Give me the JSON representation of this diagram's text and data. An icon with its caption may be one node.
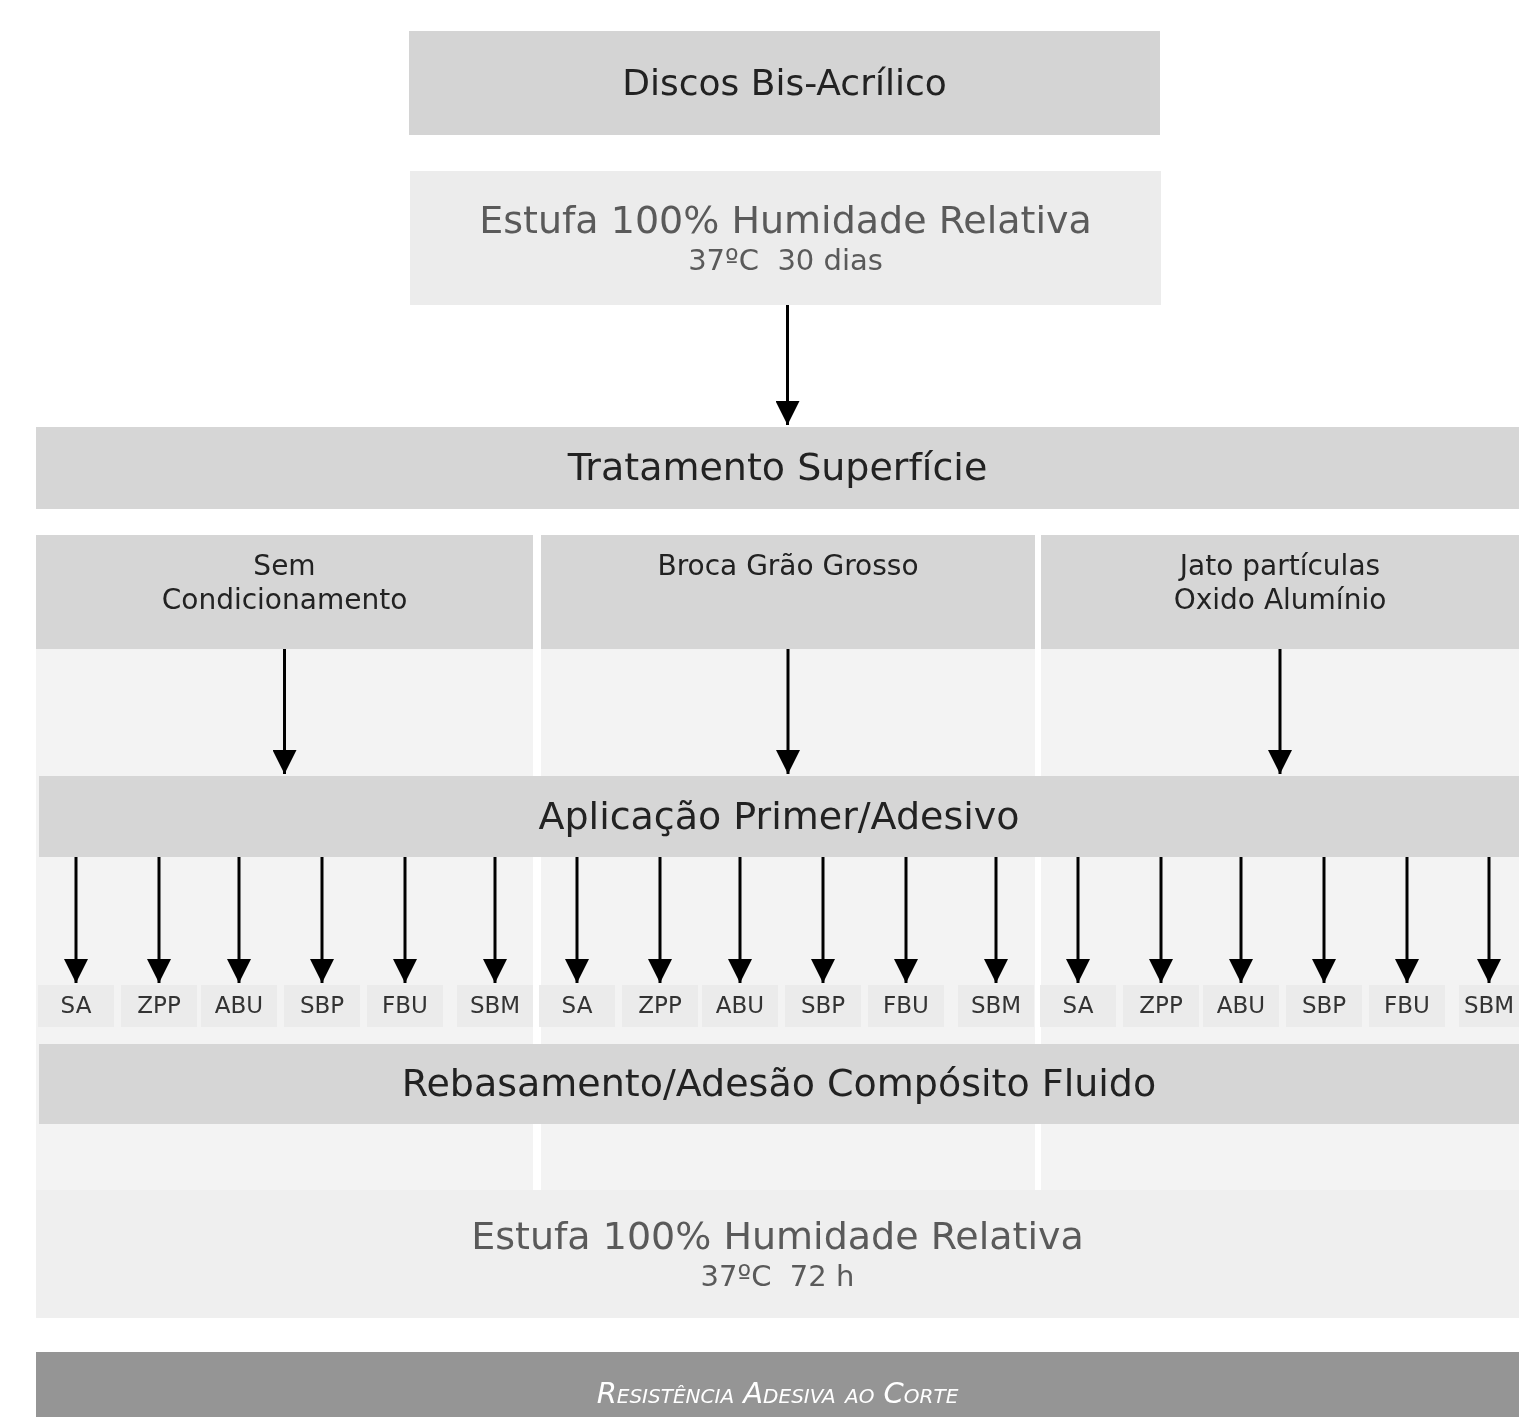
{
  "diagram": {
    "nodes": [
      {
        "text": [
          "Discos Bis-Acrílico"
        ]
      },
      {
        "text": [
          "Estufa 100% Humidade Relativa",
          "37ºC  30 dias"
        ]
      },
      {
        "text": [
          "Tratamento Superfície"
        ]
      },
      {
        "text": [
          "Sem Condicionamento"
        ]
      },
      {
        "text": [
          "Broca Grão Grosso"
        ]
      },
      {
        "text": [
          "Jato partículas Oxido Alumínio"
        ]
      },
      {
        "text": [
          "Aplicação Primer/Adesivo"
        ]
      },
      {
        "text": [
          "SA"
        ]
      },
      {
        "text": [
          "ZPP"
        ]
      },
      {
        "text": [
          "ABU"
        ]
      },
      {
        "text": [
          "SBP"
        ]
      },
      {
        "text": [
          "FBU"
        ]
      },
      {
        "text": [
          "SBM"
        ]
      },
      {
        "text": [
          "SA"
        ]
      },
      {
        "text": [
          "ZPP"
        ]
      },
      {
        "text": [
          "ABU"
        ]
      },
      {
        "text": [
          "SBP"
        ]
      },
      {
        "text": [
          "FBU"
        ]
      },
      {
        "text": [
          "SBM"
        ]
      },
      {
        "text": [
          "SA"
        ]
      },
      {
        "text": [
          "ZPP"
        ]
      },
      {
        "text": [
          "ABU"
        ]
      },
      {
        "text": [
          "SBP"
        ]
      },
      {
        "text": [
          "FBU"
        ]
      },
      {
        "text": [
          "SBM"
        ]
      },
      {
        "text": [
          "Rebasamento/Adesão Compósito Fluido"
        ]
      },
      {
        "text": [
          "Estufa 100% Humidade Relativa",
          "37ºC  72 h"
        ]
      },
      {
        "text": [
          "Resistência Adesiva ao Corte"
        ]
      }
    ],
    "edges": [
      {
        "from": 1,
        "to": 2,
        "arrow": "to"
      },
      {
        "from": 3,
        "to": 6,
        "arrow": "to"
      },
      {
        "from": 4,
        "to": 6,
        "arrow": "to"
      },
      {
        "from": 5,
        "to": 6,
        "arrow": "to"
      },
      {
        "from": 6,
        "to": 7,
        "arrow": "to"
      },
      {
        "from": 6,
        "to": 8,
        "arrow": "to"
      },
      {
        "from": 6,
        "to": 9,
        "arrow": "to"
      },
      {
        "from": 6,
        "to": 10,
        "arrow": "to"
      },
      {
        "from": 6,
        "to": 11,
        "arrow": "to"
      },
      {
        "from": 6,
        "to": 12,
        "arrow": "to"
      },
      {
        "from": 6,
        "to": 13,
        "arrow": "to"
      },
      {
        "from": 6,
        "to": 14,
        "arrow": "to"
      },
      {
        "from": 6,
        "to": 15,
        "arrow": "to"
      },
      {
        "from": 6,
        "to": 16,
        "arrow": "to"
      },
      {
        "from": 6,
        "to": 17,
        "arrow": "to"
      },
      {
        "from": 6,
        "to": 18,
        "arrow": "to"
      },
      {
        "from": 6,
        "to": 19,
        "arrow": "to"
      },
      {
        "from": 6,
        "to": 20,
        "arrow": "to"
      },
      {
        "from": 6,
        "to": 21,
        "arrow": "to"
      },
      {
        "from": 6,
        "to": 22,
        "arrow": "to"
      },
      {
        "from": 6,
        "to": 23,
        "arrow": "to"
      },
      {
        "from": 6,
        "to": 24,
        "arrow": "to"
      }
    ]
  }
}
